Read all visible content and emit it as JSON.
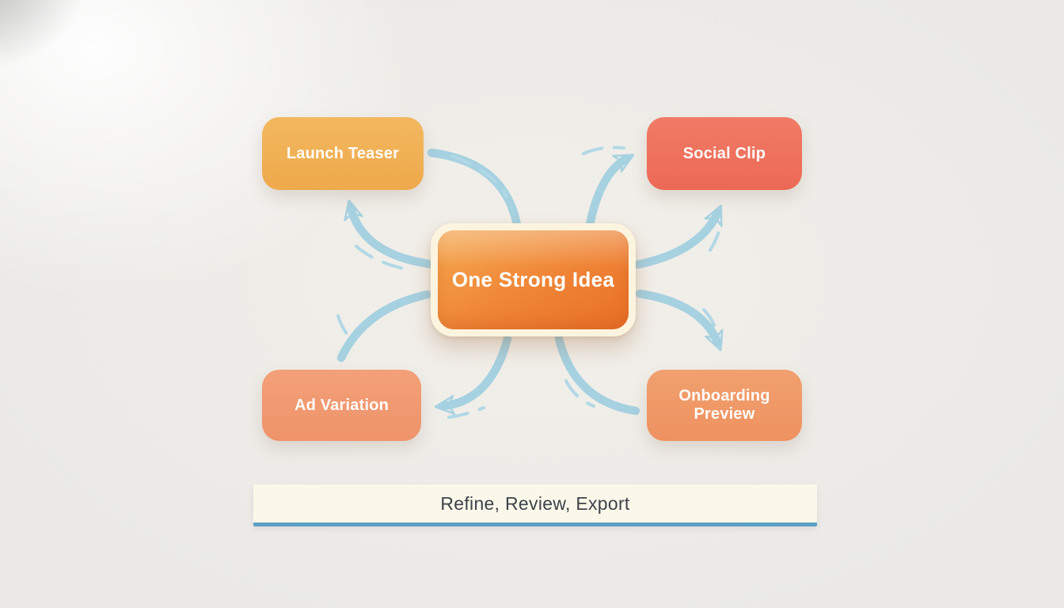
{
  "diagram": {
    "center": {
      "id": "one-strong-idea",
      "label": "One Strong Idea"
    },
    "nodes": [
      {
        "id": "launch-teaser",
        "label": "Launch Teaser",
        "position": "top-left",
        "color": "#f0b055"
      },
      {
        "id": "social-clip",
        "label": "Social Clip",
        "position": "top-right",
        "color": "#ee7160"
      },
      {
        "id": "ad-variation",
        "label": "Ad Variation",
        "position": "bottom-left",
        "color": "#f19b73"
      },
      {
        "id": "onboarding-preview",
        "label": "Onboarding Preview",
        "position": "bottom-right",
        "color": "#ef9a67"
      }
    ],
    "edges": [
      {
        "from": "one-strong-idea",
        "to": "launch-teaser"
      },
      {
        "from": "one-strong-idea",
        "to": "social-clip"
      },
      {
        "from": "one-strong-idea",
        "to": "ad-variation"
      },
      {
        "from": "one-strong-idea",
        "to": "onboarding-preview"
      }
    ],
    "footer": {
      "label": "Refine, Review, Export"
    },
    "colors": {
      "arrow": "#a6d1e1",
      "center_gradient_start": "#f5a84f",
      "center_gradient_end": "#e86f27",
      "center_border": "#fcf4df",
      "footer_bg": "#fbf8ea",
      "footer_underline": "#5d9fc5",
      "footer_text": "#3c434b",
      "background": "#eae9e6"
    }
  }
}
